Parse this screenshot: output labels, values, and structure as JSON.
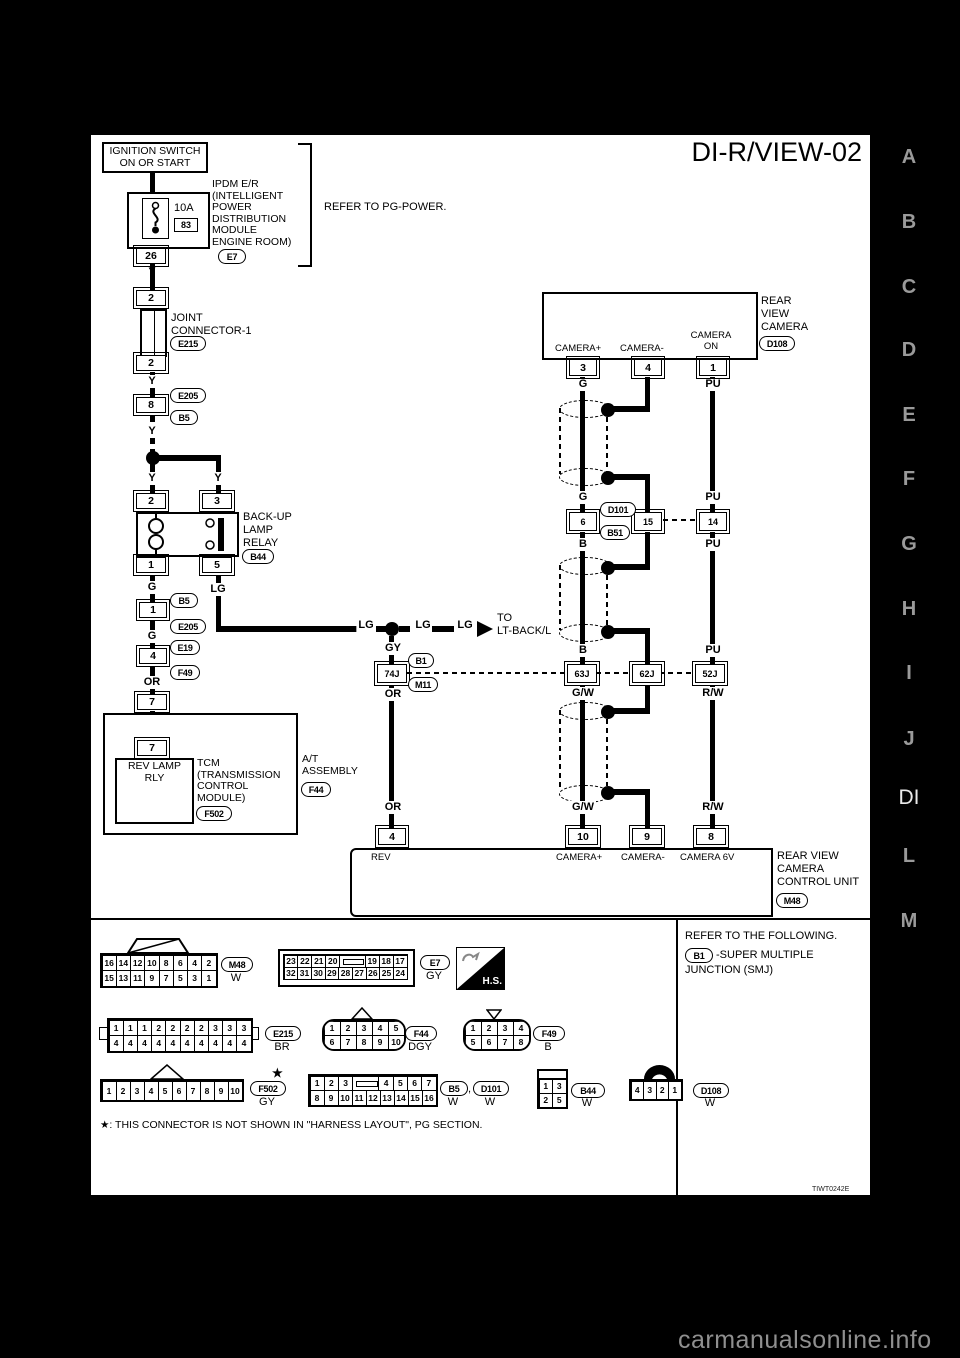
{
  "title": "DI-R/VIEW-02",
  "diagram_code": "TIWT0242E",
  "watermark": "carmanualsonline.info",
  "sidebar": {
    "letters": [
      "A",
      "B",
      "C",
      "D",
      "E",
      "F",
      "G",
      "H",
      "I",
      "J"
    ],
    "current": "DI",
    "letters_lower": [
      "L",
      "M"
    ]
  },
  "wire_labels": {
    "y": "Y",
    "g": "G",
    "lg": "LG",
    "gy": "GY",
    "or": "OR",
    "pu": "PU",
    "b": "B",
    "gw": "G/W",
    "rw": "R/W"
  },
  "ignition": {
    "title": "IGNITION SWITCH\nON OR START"
  },
  "ipdm": {
    "amp": "10A",
    "fuse_no": "83",
    "pin": "26",
    "conn": "E7",
    "name": "IPDM E/R\n(INTELLIGENT\nPOWER\nDISTRIBUTION\nMODULE\nENGINE ROOM)",
    "refer": "REFER TO PG-POWER."
  },
  "joint_connector": {
    "name": "JOINT\nCONNECTOR-1",
    "conn": "E215",
    "pin_top": "2",
    "pin_bottom": "2"
  },
  "inline_e205": {
    "pin": "8",
    "conn_top": "E205",
    "conn_bottom": "B5"
  },
  "relay": {
    "name": "BACK-UP\nLAMP\nRELAY",
    "conn": "B44",
    "pin_tl": "2",
    "pin_tr": "3",
    "pin_bl": "1",
    "pin_br": "5"
  },
  "inline_b5": {
    "pin": "1",
    "conn_top": "B5",
    "conn_bottom": "E205"
  },
  "inline_e19": {
    "pin": "4",
    "conn_top": "E19",
    "conn_bottom": "F49"
  },
  "at_assembly": {
    "pin_outer": "7",
    "pin_inner": "7",
    "relay_name": "REV LAMP\nRLY",
    "tcm_name": "TCM\n(TRANSMISSION\nCONTROL\nMODULE)",
    "tcm_conn": "F502",
    "name": "A/T\nASSEMBLY",
    "conn": "F44"
  },
  "lt_back": {
    "text": "TO\nLT-BACK/L"
  },
  "camera": {
    "name": "REAR\nVIEW\nCAMERA",
    "conn": "D108",
    "pin_labels": {
      "plus": "CAMERA+",
      "minus": "CAMERA-",
      "on": "CAMERA\nON"
    },
    "pins": {
      "plus": "3",
      "minus": "4",
      "on": "1"
    }
  },
  "inline_d101": {
    "conn_top": "D101",
    "conn_bottom": "B51",
    "pins": {
      "a": "6",
      "b": "15",
      "c": "14"
    }
  },
  "smj": {
    "conn_top": "B1",
    "conn_bottom": "M11",
    "pins": {
      "a": "74J",
      "b": "63J",
      "c": "62J",
      "d": "52J"
    }
  },
  "control_unit": {
    "name": "REAR VIEW\nCAMERA\nCONTROL UNIT",
    "conn": "M48",
    "pins": {
      "rev": "4",
      "plus": "10",
      "minus": "9",
      "v6": "8"
    },
    "pin_labels": {
      "rev": "REV",
      "plus": "CAMERA+",
      "minus": "CAMERA-",
      "v6": "CAMERA 6V"
    }
  },
  "footer": {
    "refer": "REFER TO THE FOLLOWING.",
    "smj_ref_conn": "B1",
    "smj_ref_line1": "-SUPER MULTIPLE",
    "smj_ref_line2": "JUNCTION (SMJ)",
    "note": "★: THIS CONNECTOR IS NOT SHOWN IN \"HARNESS LAYOUT\", PG SECTION.",
    "hs_label": "H.S.",
    "connectors": [
      {
        "id": "M48",
        "color": "W",
        "rows": [
          [
            "16",
            "14",
            "12",
            "10",
            "8",
            "6",
            "4",
            "2"
          ],
          [
            "15",
            "13",
            "11",
            "9",
            "7",
            "5",
            "3",
            "1"
          ]
        ]
      },
      {
        "id": "E7",
        "color": "GY",
        "rows": [
          [
            "23",
            "22",
            "21",
            "20",
            "",
            "19",
            "18",
            "17"
          ],
          [
            "32",
            "31",
            "30",
            "29",
            "28",
            "27",
            "26",
            "25",
            "24"
          ]
        ]
      },
      {
        "id": "E215",
        "color": "BR",
        "rows": [
          [
            "1",
            "1",
            "1",
            "2",
            "2",
            "2",
            "2",
            "3",
            "3",
            "3"
          ],
          [
            "4",
            "4",
            "4",
            "4",
            "4",
            "4",
            "4",
            "4",
            "4",
            "4"
          ]
        ]
      },
      {
        "id": "F44",
        "color": "DGY",
        "rows": [
          [
            "1",
            "2",
            "3",
            "4",
            "5"
          ],
          [
            "6",
            "7",
            "8",
            "9",
            "10"
          ]
        ]
      },
      {
        "id": "F49",
        "color": "B",
        "rows": [
          [
            "1",
            "2",
            "3",
            "4"
          ],
          [
            "5",
            "6",
            "7",
            "8"
          ]
        ]
      },
      {
        "id": "F502",
        "color": "GY",
        "star": "★",
        "rows": [
          [
            "1",
            "2",
            "3",
            "4",
            "5",
            "6",
            "7",
            "8",
            "9",
            "10"
          ]
        ]
      },
      {
        "id": "B5",
        "id2": "D101",
        "sep": ",",
        "color": "W",
        "color2": "W",
        "rows": [
          [
            "1",
            "2",
            "3",
            "",
            "4",
            "5",
            "6",
            "7"
          ],
          [
            "8",
            "9",
            "10",
            "11",
            "12",
            "13",
            "14",
            "15",
            "16"
          ]
        ]
      },
      {
        "id": "B44",
        "color": "W",
        "rows": [
          [
            "1",
            "3"
          ],
          [
            "2",
            "5"
          ]
        ]
      },
      {
        "id": "D108",
        "color": "W",
        "rows": [
          [
            "4",
            "3",
            "2",
            "1"
          ]
        ]
      }
    ]
  }
}
